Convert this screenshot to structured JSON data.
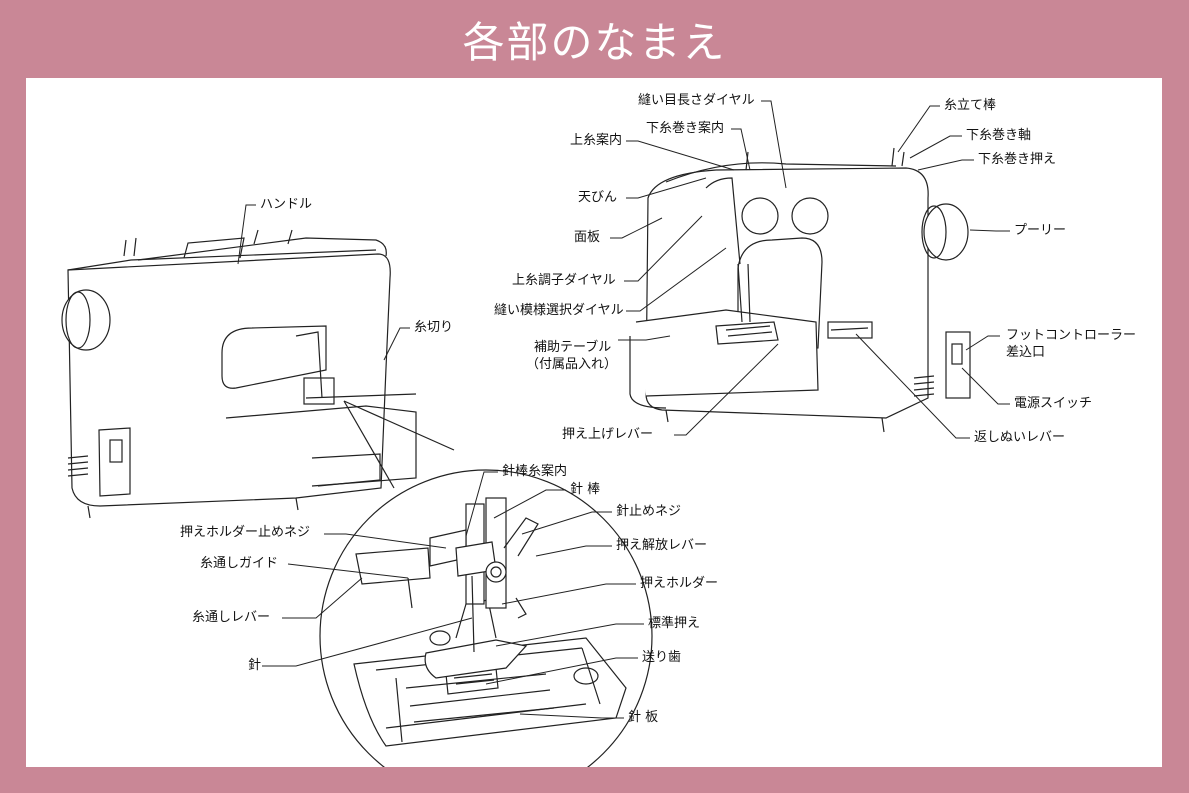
{
  "title": "各部のなまえ",
  "labels": {
    "handle": "ハンドル",
    "thread_cutter": "糸切り",
    "presser_holder_screw": "押えホルダー止めネジ",
    "threading_guide": "糸通しガイド",
    "threading_lever": "糸通しレバー",
    "needle": "針",
    "needle_bar_guide": "針棒糸案内",
    "needle_bar": "針 棒",
    "needle_clamp_screw": "針止めネジ",
    "presser_release_lever": "押え解放レバー",
    "presser_holder": "押えホルダー",
    "standard_foot": "標準押え",
    "feed_dog": "送り歯",
    "needle_plate": "針 板",
    "stitch_length_dial": "縫い目長さダイヤル",
    "bobbin_winder_guide": "下糸巻き案内",
    "upper_thread_guide": "上糸案内",
    "take_up_lever": "天びん",
    "face_plate": "面板",
    "tension_dial": "上糸調子ダイヤル",
    "pattern_dial": "縫い模様選択ダイヤル",
    "accessory_table": "補助テーブル",
    "accessory_table_note": "（付属品入れ）",
    "presser_lift_lever": "押え上げレバー",
    "spool_pin": "糸立て棒",
    "bobbin_winder_shaft": "下糸巻き軸",
    "bobbin_winder_stopper": "下糸巻き押え",
    "pulley": "プーリー",
    "foot_controller_jack_1": "フットコントローラー",
    "foot_controller_jack_2": "差込口",
    "power_switch": "電源スイッチ",
    "reverse_lever": "返しぬいレバー"
  }
}
